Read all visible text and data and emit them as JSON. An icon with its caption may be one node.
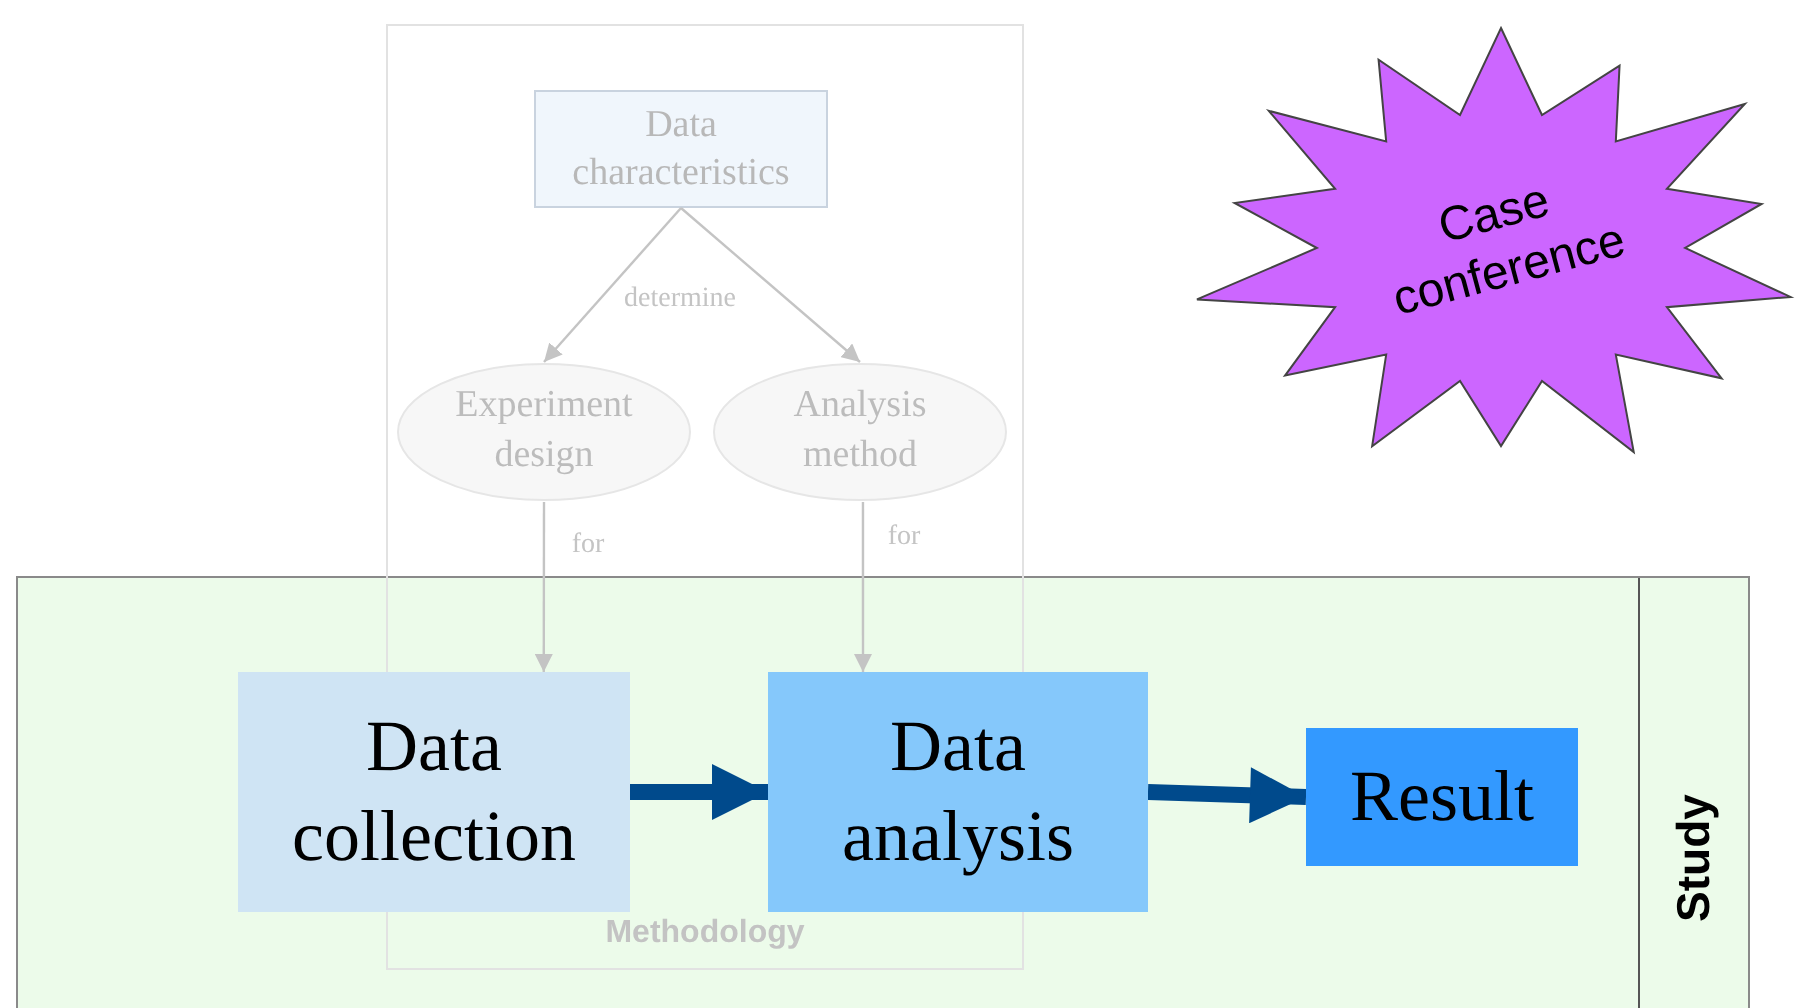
{
  "diagram": {
    "nodes": [
      {
        "text": [
          "Methodology"
        ]
      },
      {
        "text": [
          "Data characteristics"
        ],
        "in": 0
      },
      {
        "text": [
          "Experiment design"
        ],
        "in": 0
      },
      {
        "text": [
          "Analysis method"
        ],
        "in": 0
      },
      {
        "text": [
          "Study"
        ]
      },
      {
        "text": [
          "Data collection"
        ],
        "in": 4
      },
      {
        "text": [
          "Data analysis"
        ],
        "in": 4
      },
      {
        "text": [
          "Result"
        ],
        "in": 4
      },
      {
        "text": [
          "Case conference"
        ]
      }
    ],
    "edges": [
      {
        "from": 1,
        "to": 2,
        "arrow": "to",
        "label": "determine"
      },
      {
        "from": 1,
        "to": 3,
        "arrow": "to"
      },
      {
        "from": 2,
        "to": 5,
        "arrow": "to",
        "label": "for"
      },
      {
        "from": 3,
        "to": 6,
        "arrow": "to",
        "label": "for"
      },
      {
        "from": 5,
        "to": 6,
        "arrow": "to",
        "style": "thick",
        "color": "#004a8c"
      },
      {
        "from": 6,
        "to": 7,
        "arrow": "to",
        "style": "thick",
        "color": "#004a8c"
      }
    ]
  }
}
